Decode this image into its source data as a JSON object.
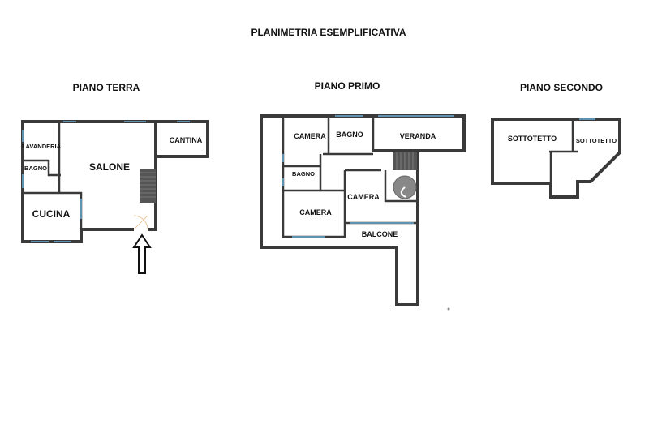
{
  "title": "PLANIMETRIA ESEMPLIFICATIVA",
  "floors": [
    {
      "name": "PIANO TERRA",
      "rooms": [
        "LAVANDERIA",
        "BAGNO",
        "SALONE",
        "CANTINA",
        "CUCINA"
      ]
    },
    {
      "name": "PIANO PRIMO",
      "rooms": [
        "CAMERA",
        "BAGNO",
        "VERANDA",
        "BAGNO",
        "CAMERA",
        "CAMERA",
        "BALCONE"
      ]
    },
    {
      "name": "PIANO SECONDO",
      "rooms": [
        "SOTTOTETTO",
        "SOTTOTETTO"
      ]
    }
  ],
  "colors": {
    "wall": "#3a3a3a",
    "window": "#6ab0d8",
    "door": "#e8c9a0"
  }
}
